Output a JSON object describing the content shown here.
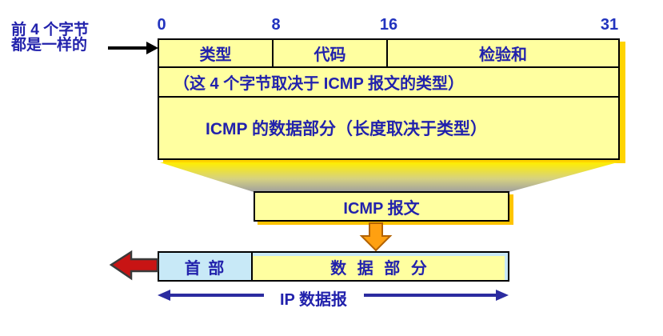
{
  "diagram": {
    "title_hint": "ICMP message format inside IP datagram",
    "annotation": {
      "line1": "前 4 个字节",
      "line2": "都是一样的"
    },
    "bit_scale": {
      "ticks": [
        "0",
        "8",
        "16",
        "31"
      ]
    },
    "icmp_table": {
      "fields": [
        "类型",
        "代码",
        "检验和"
      ],
      "row2_note": "（这 4 个字节取决于 ICMP 报文的类型）",
      "row3_note": "ICMP 的数据部分（长度取决于类型）"
    },
    "icmp_message": {
      "label": "ICMP 报文"
    },
    "ip_datagram": {
      "header_label": "首 部",
      "data_label": "数 据 部 分",
      "caption": "IP 数据报"
    },
    "colors": {
      "text_blue": "#2222AC",
      "bit_label_blue": "#2233BE",
      "cell_yellow": "#FFFFA0",
      "cell_cyan": "#C8E9F7",
      "shadow_gold": "#FFD400",
      "funnel_top": "#FFEE00",
      "funnel_bottom": "#9F9F9F",
      "arrow_orange": "#FFA010",
      "arrow_red": "#C81414",
      "arrow_blue": "#2B2BA0",
      "arrow_black": "#000000"
    }
  }
}
